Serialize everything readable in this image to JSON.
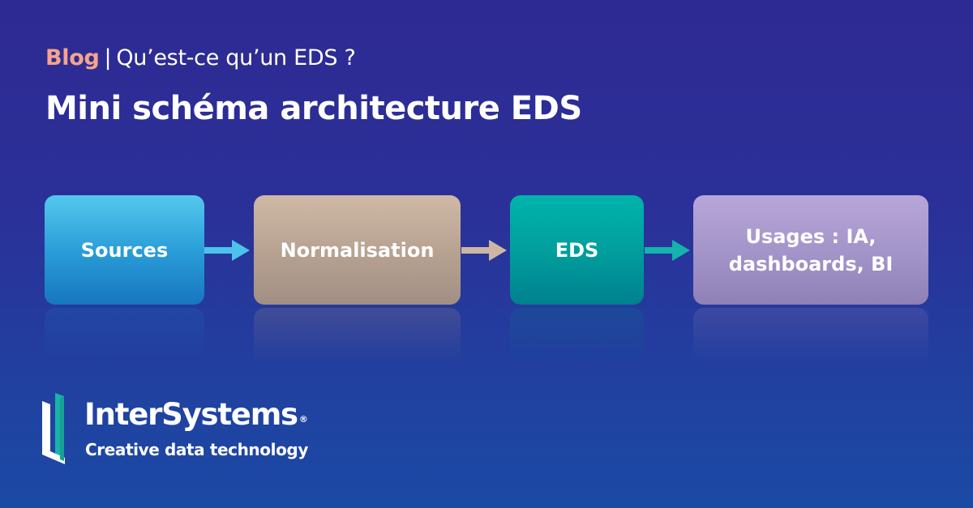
{
  "header": {
    "category": "Blog",
    "separator": "|",
    "subtitle": "Qu’est-ce qu’un EDS ?",
    "title": "Mini schéma architecture EDS"
  },
  "diagram": {
    "type": "flow",
    "direction": "left-to-right",
    "nodes": [
      {
        "id": "sources",
        "label": "Sources",
        "color": "#2a9ed8"
      },
      {
        "id": "normalisation",
        "label": "Normalisation",
        "color": "#b6a190"
      },
      {
        "id": "eds",
        "label": "EDS",
        "color": "#019c9c"
      },
      {
        "id": "usages",
        "label": "Usages : IA, dashboards, BI",
        "color": "#a293c8"
      }
    ],
    "edges": [
      {
        "from": "sources",
        "to": "normalisation",
        "color": "#4cc3ec"
      },
      {
        "from": "normalisation",
        "to": "eds",
        "color": "#cdb6a3"
      },
      {
        "from": "eds",
        "to": "usages",
        "color": "#14b3ad"
      }
    ]
  },
  "brand": {
    "name": "InterSystems",
    "registered": "®",
    "tagline": "Creative data technology",
    "colors": {
      "accent": "#1bb3a6",
      "text": "#ffffff"
    }
  },
  "colors": {
    "background_top": "#2e2a93",
    "background_bottom": "#1b4aa5",
    "blog_label": "#f6a48c"
  }
}
